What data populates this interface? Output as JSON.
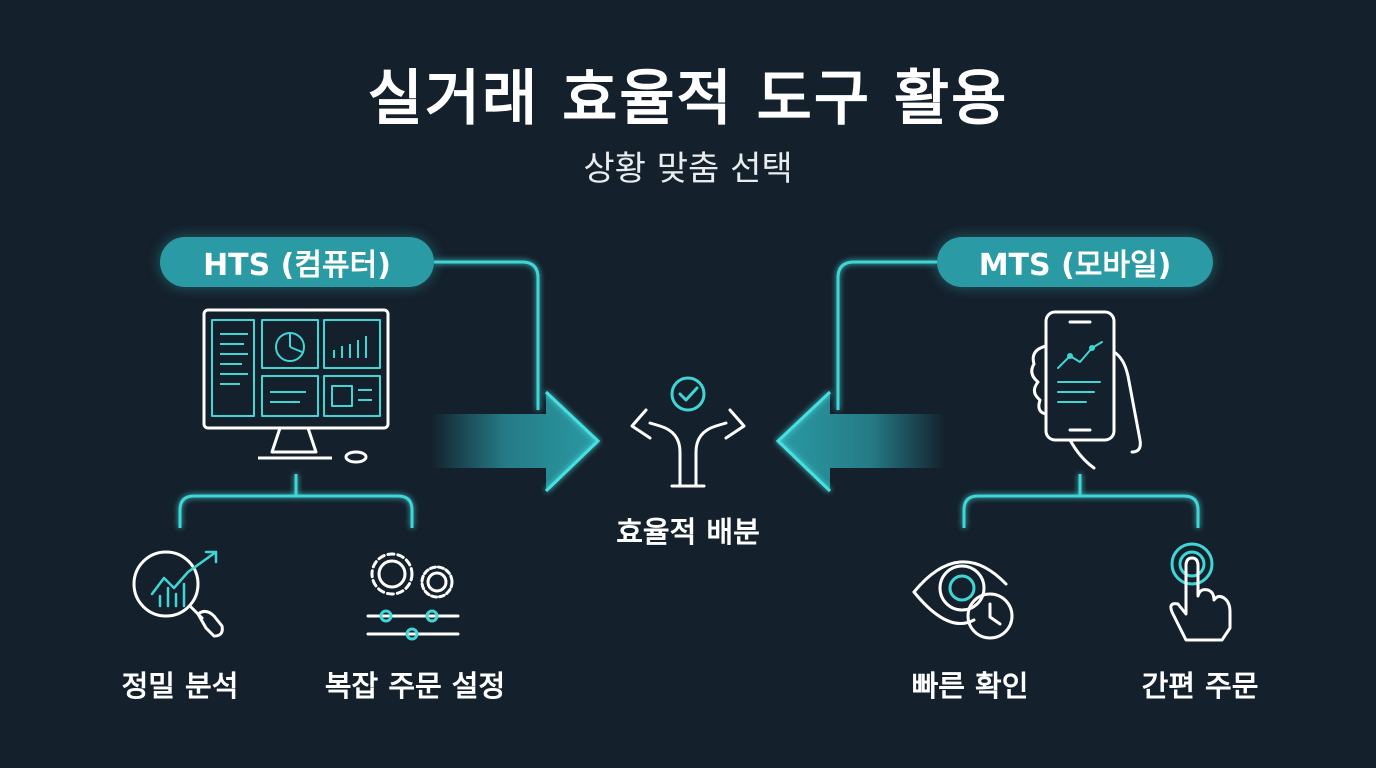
{
  "title": "실거래 효율적 도구 활용",
  "subtitle": "상황 맞춤 선택",
  "hts": {
    "label": "HTS (컴퓨터)",
    "features": [
      "정밀 분석",
      "복잡 주문 설정"
    ],
    "icon": "desktop-computer-icon"
  },
  "mts": {
    "label": "MTS (모바일)",
    "features": [
      "빠른 확인",
      "간편 주문"
    ],
    "icon": "mobile-phone-hand-icon"
  },
  "center": {
    "label": "효율적 배분",
    "icon": "split-arrow-check-icon"
  },
  "colors": {
    "background": "#14202c",
    "accent": "#3fd6d6",
    "pill": "#2a9aa4",
    "text": "#ffffff"
  }
}
